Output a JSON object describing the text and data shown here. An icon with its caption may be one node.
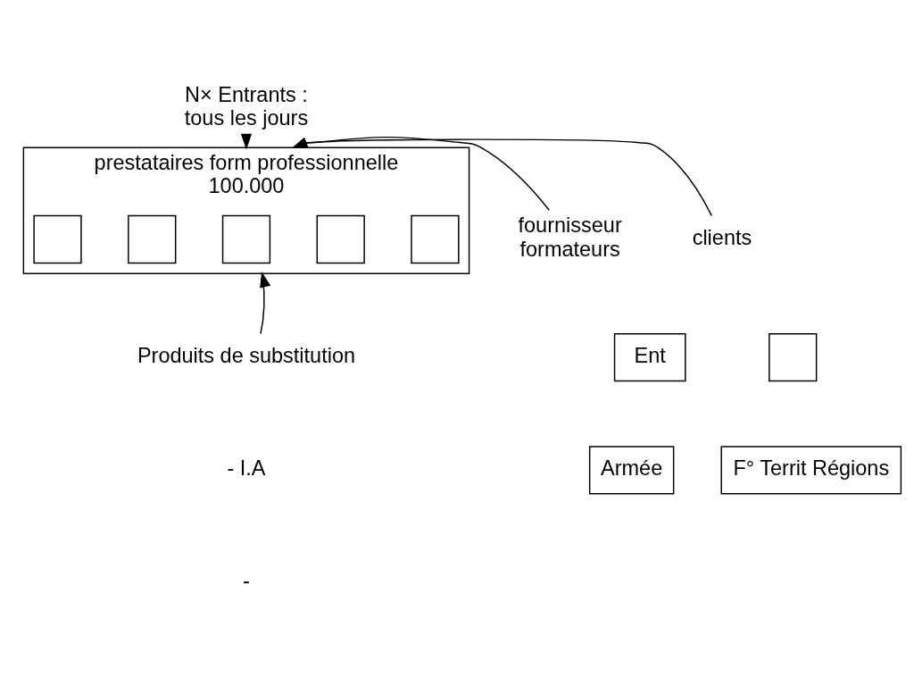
{
  "diagram": {
    "nodes": [
      {
        "text": [
          "N× Entrants :",
          "tous les jours"
        ]
      },
      {
        "text": [
          "prestataires form professionnelle",
          "100.000"
        ]
      },
      {
        "text": [],
        "shape": "box",
        "in": 1
      },
      {
        "text": [],
        "shape": "box",
        "in": 1
      },
      {
        "text": [],
        "shape": "box",
        "in": 1
      },
      {
        "text": [],
        "shape": "box",
        "in": 1
      },
      {
        "text": [],
        "shape": "box",
        "in": 1
      },
      {
        "text": [
          "fournisseur",
          "formateurs"
        ]
      },
      {
        "text": [
          "clients"
        ]
      },
      {
        "text": [
          "Ent"
        ]
      },
      {
        "text": [],
        "shape": "box"
      },
      {
        "text": [
          "Armée"
        ]
      },
      {
        "text": [
          "F° Territ Régions"
        ]
      },
      {
        "text": [
          "Produits de substitution"
        ]
      }
    ],
    "edges": [
      {
        "from": 0,
        "to": 1,
        "arrow": "to"
      },
      {
        "from": 7,
        "to": 1,
        "arrow": "to"
      },
      {
        "from": 8,
        "to": 1,
        "arrow": "to"
      },
      {
        "from": 13,
        "to": 1,
        "arrow": "to"
      }
    ],
    "labels": [
      "- I.A",
      "-"
    ]
  }
}
